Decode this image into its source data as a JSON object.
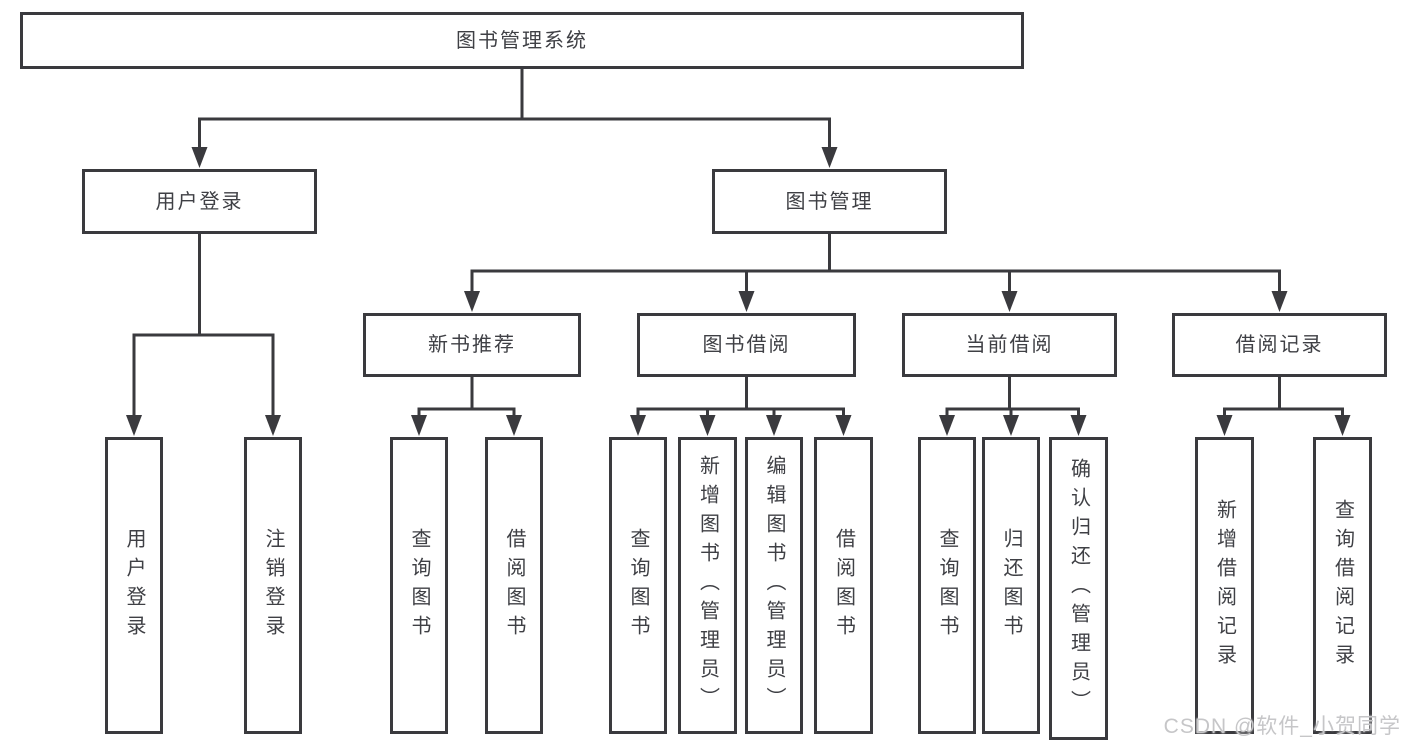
{
  "diagram": {
    "type": "hierarchy-tree",
    "title": "图书管理系统",
    "nodes": [
      {
        "id": "root",
        "label": "图书管理系统",
        "parent": null
      },
      {
        "id": "user-login",
        "label": "用户登录",
        "parent": "root"
      },
      {
        "id": "book-mgmt",
        "label": "图书管理",
        "parent": "root"
      },
      {
        "id": "leaf-user-login",
        "label": "用户登录",
        "parent": "user-login"
      },
      {
        "id": "leaf-logout",
        "label": "注销登录",
        "parent": "user-login"
      },
      {
        "id": "new-book-rec",
        "label": "新书推荐",
        "parent": "book-mgmt"
      },
      {
        "id": "book-borrow",
        "label": "图书借阅",
        "parent": "book-mgmt"
      },
      {
        "id": "current-borrow",
        "label": "当前借阅",
        "parent": "book-mgmt"
      },
      {
        "id": "borrow-records",
        "label": "借阅记录",
        "parent": "book-mgmt"
      },
      {
        "id": "rec-query-book",
        "label": "查询图书",
        "parent": "new-book-rec"
      },
      {
        "id": "rec-borrow-book",
        "label": "借阅图书",
        "parent": "new-book-rec"
      },
      {
        "id": "bb-query-book",
        "label": "查询图书",
        "parent": "book-borrow"
      },
      {
        "id": "bb-add-book",
        "label": "新增图书（管理员）",
        "parent": "book-borrow"
      },
      {
        "id": "bb-edit-book",
        "label": "编辑图书（管理员）",
        "parent": "book-borrow"
      },
      {
        "id": "bb-borrow-book",
        "label": "借阅图书",
        "parent": "book-borrow"
      },
      {
        "id": "cb-query-book",
        "label": "查询图书",
        "parent": "current-borrow"
      },
      {
        "id": "cb-return-book",
        "label": "归还图书",
        "parent": "current-borrow"
      },
      {
        "id": "cb-confirm-return",
        "label": "确认归还（管理员）",
        "parent": "current-borrow"
      },
      {
        "id": "br-add-record",
        "label": "新增借阅记录",
        "parent": "borrow-records"
      },
      {
        "id": "br-query-record",
        "label": "查询借阅记录",
        "parent": "borrow-records"
      }
    ],
    "colors": {
      "line": "#3a3a3e",
      "text": "#3f4045",
      "background": "#ffffff",
      "watermark": "#c6c6c8"
    },
    "watermark": "CSDN @软件_小贺同学"
  }
}
